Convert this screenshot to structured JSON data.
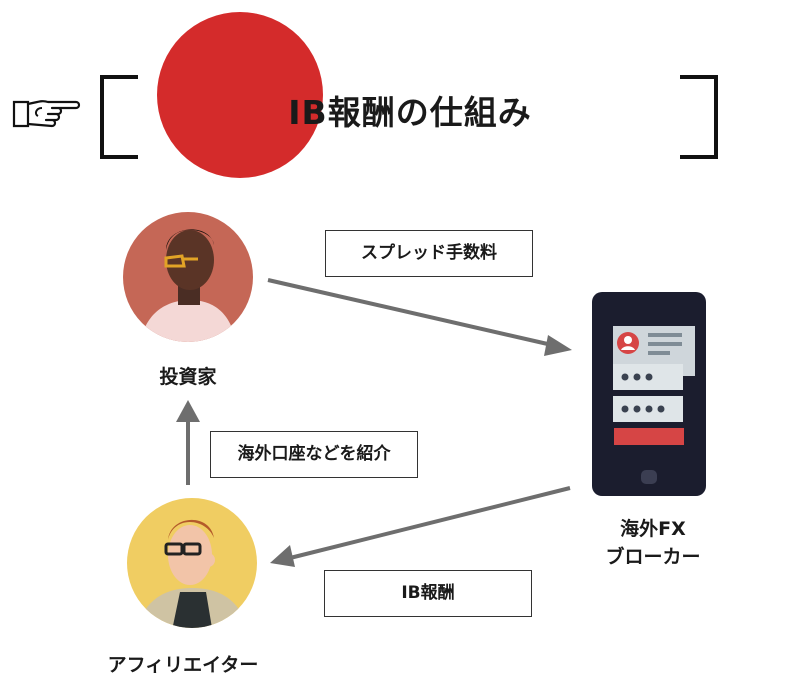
{
  "title": "IB報酬の仕組み",
  "colors": {
    "accent_red": "#d42b2b",
    "arrow_gray": "#6e6e6e",
    "phone_body": "#1b1d2e"
  },
  "nodes": {
    "investor": {
      "label": "投資家",
      "icon": "investor-avatar-icon"
    },
    "broker": {
      "label_line1": "海外FX",
      "label_line2": "ブローカー",
      "icon": "phone-icon"
    },
    "affiliate": {
      "label": "アフィリエイター",
      "icon": "affiliate-avatar-icon"
    }
  },
  "edges": {
    "spread_fee": "スプレッド手数料",
    "introduce": "海外口座などを紹介",
    "ib_reward": "IB報酬"
  }
}
